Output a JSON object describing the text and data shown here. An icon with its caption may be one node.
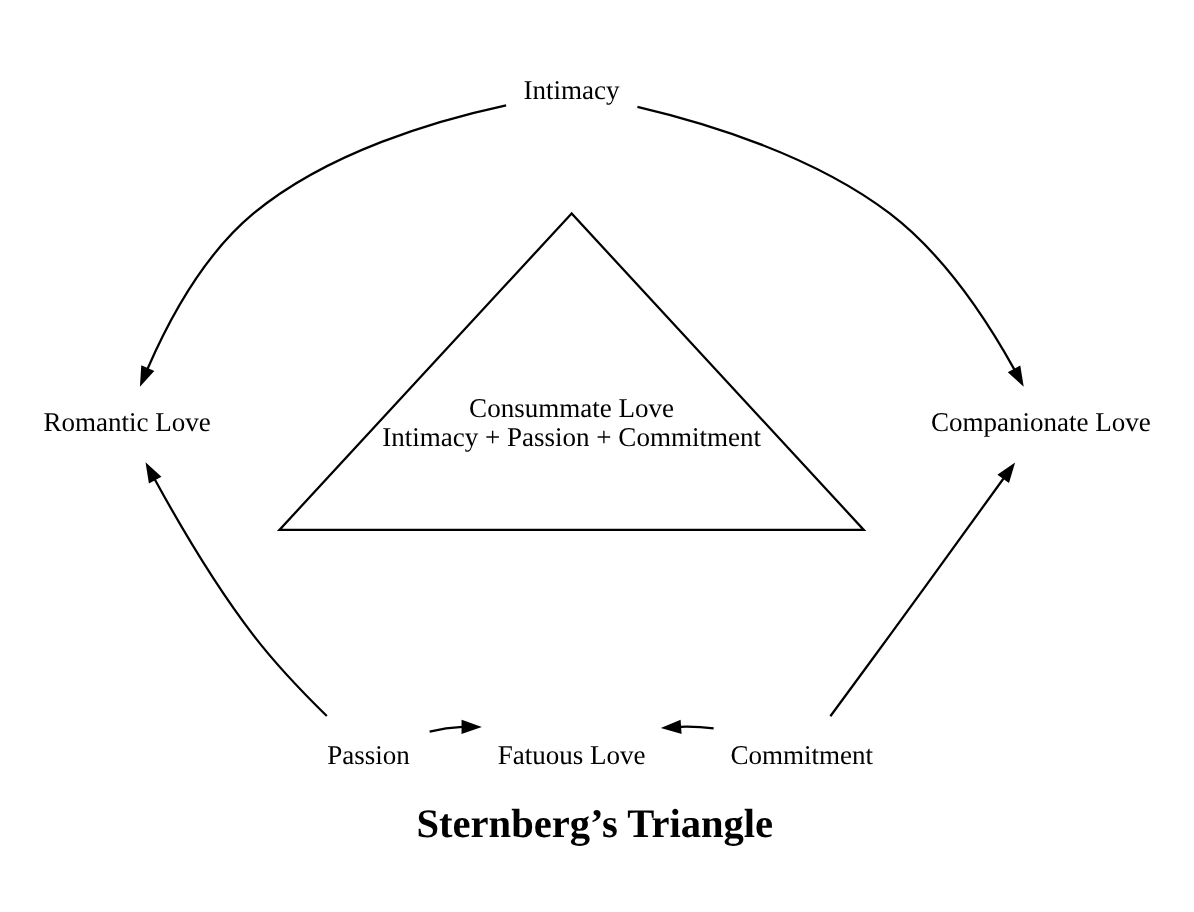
{
  "diagram": {
    "title": "Sternberg’s Triangle",
    "nodes": [
      {
        "text": [
          "Intimacy"
        ]
      },
      {
        "text": [
          "Romantic Love"
        ]
      },
      {
        "text": [
          "Consummate Love",
          "Intimacy + Passion + Commitment"
        ]
      },
      {
        "text": [
          "Companionate Love"
        ]
      },
      {
        "text": [
          "Passion"
        ]
      },
      {
        "text": [
          "Fatuous Love"
        ]
      },
      {
        "text": [
          "Commitment"
        ]
      }
    ],
    "edges": [
      {
        "from": 0,
        "to": 1,
        "arrow": "to"
      },
      {
        "from": 0,
        "to": 3,
        "arrow": "to"
      },
      {
        "from": 4,
        "to": 1,
        "arrow": "to"
      },
      {
        "from": 6,
        "to": 3,
        "arrow": "to"
      },
      {
        "from": 4,
        "to": 5,
        "arrow": "to"
      },
      {
        "from": 6,
        "to": 5,
        "arrow": "to"
      }
    ]
  }
}
